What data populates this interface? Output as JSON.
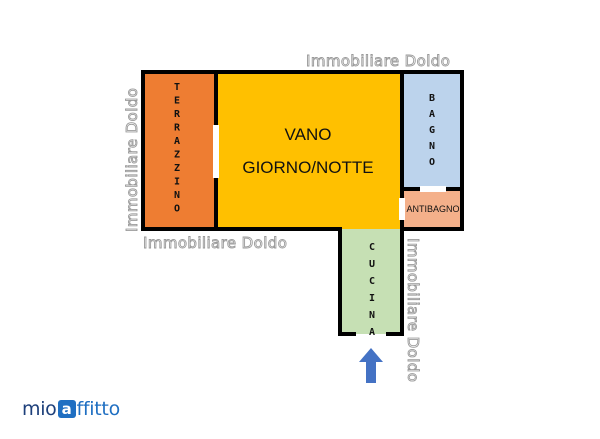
{
  "rooms": {
    "vano_line1": "VANO",
    "vano_line2": "GIORNO/NOTTE",
    "terrazzino": "TERRAZZINO",
    "bagno": "BAGNO",
    "antibagno": "ANTIBAGNO",
    "cucina": "CUCINA"
  },
  "watermark": "Immobiliare Doldo",
  "logo": {
    "part1": "mio",
    "a": "a",
    "part2": "ffitto"
  },
  "colors": {
    "wall": "#000000",
    "terrazzino": "#EE7D32",
    "vano": "#FFC000",
    "bagno": "#BCD3EC",
    "antibagno": "#F4B08A",
    "cucina": "#C6E0B4",
    "arrow": "#4472C4",
    "brand": "#1F6FC2"
  }
}
